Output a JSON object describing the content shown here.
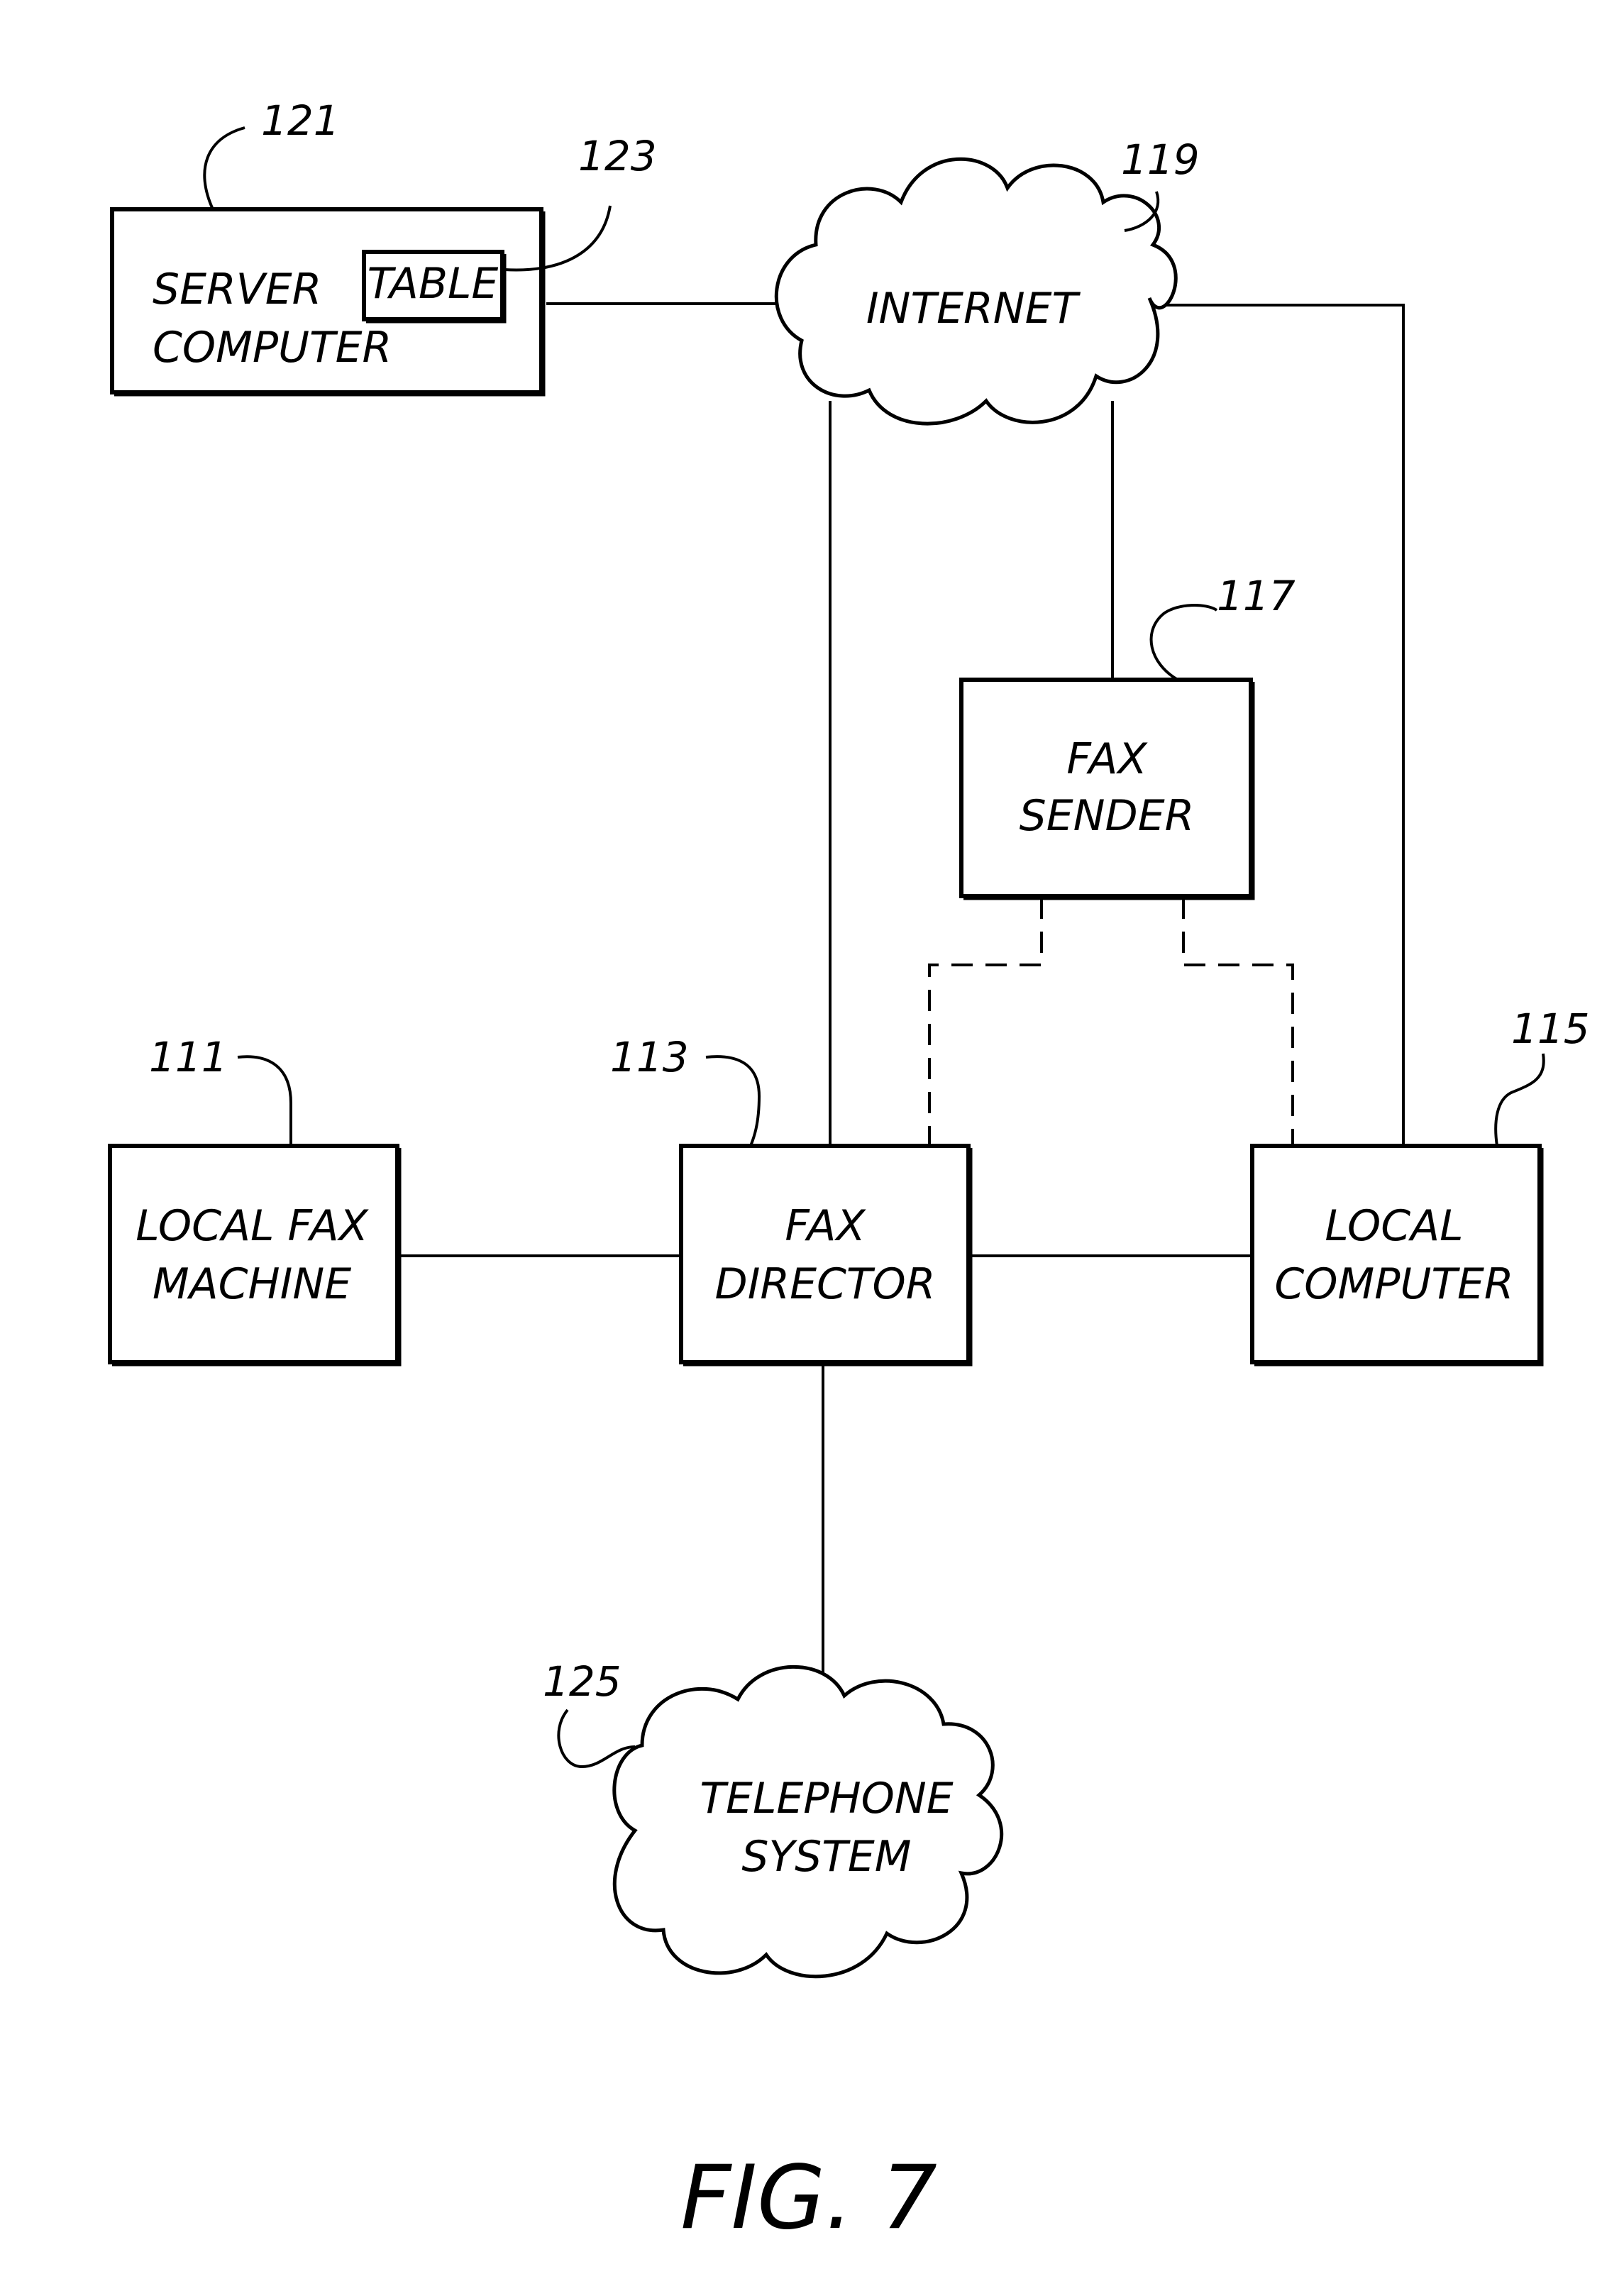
{
  "nodes": {
    "server_computer": {
      "line1": "SERVER",
      "line2": "COMPUTER",
      "ref": "121"
    },
    "table": {
      "label": "TABLE",
      "ref": "123"
    },
    "internet": {
      "label": "INTERNET",
      "ref": "119"
    },
    "fax_sender": {
      "line1": "FAX",
      "line2": "SENDER",
      "ref": "117"
    },
    "local_fax_machine": {
      "line1": "LOCAL FAX",
      "line2": "MACHINE",
      "ref": "111"
    },
    "fax_director": {
      "line1": "FAX",
      "line2": "DIRECTOR",
      "ref": "113"
    },
    "local_computer": {
      "line1": "LOCAL",
      "line2": "COMPUTER",
      "ref": "115"
    },
    "telephone_system": {
      "line1": "TELEPHONE",
      "line2": "SYSTEM",
      "ref": "125"
    }
  },
  "figure": {
    "caption": "FIG. 7"
  },
  "colors": {
    "ink": "#000000",
    "background": "#ffffff"
  }
}
